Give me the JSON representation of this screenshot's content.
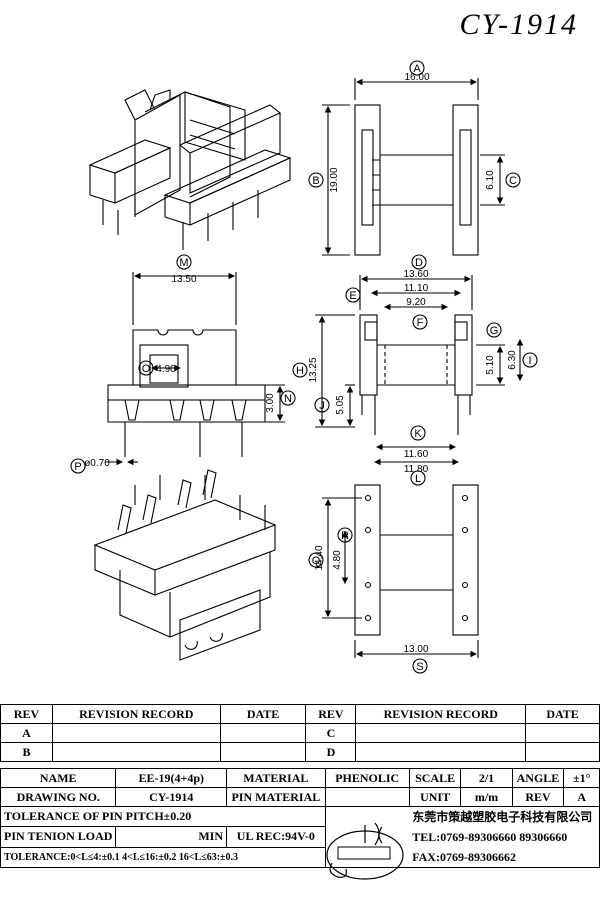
{
  "title": "CY-1914",
  "dims": {
    "A": "16.00",
    "B": "19.00",
    "C": "6.10",
    "D": "13.60",
    "E": "11.10",
    "F": "9.20",
    "G": "5.10",
    "I": "6.30",
    "H": "13.25",
    "J": "5.05",
    "K": "11.60",
    "L": "11.80",
    "M": "13.50",
    "N": "3.00",
    "O": "4.90",
    "P": "ø0.70",
    "Q": "14.40",
    "R": "4.80",
    "S": "13.00"
  },
  "letters": {
    "A": "A",
    "B": "B",
    "C": "C",
    "D": "D",
    "E": "E",
    "F": "F",
    "G": "G",
    "H": "H",
    "I": "I",
    "J": "J",
    "K": "K",
    "L": "L",
    "M": "M",
    "N": "N",
    "O": "O",
    "P": "P",
    "Q": "Q",
    "R": "R",
    "S": "S"
  },
  "revision_table": {
    "headers": [
      "REV",
      "REVISION RECORD",
      "DATE",
      "REV",
      "REVISION RECORD",
      "DATE"
    ],
    "rows": [
      [
        "A",
        "",
        "",
        "C",
        "",
        ""
      ],
      [
        "B",
        "",
        "",
        "D",
        "",
        ""
      ]
    ]
  },
  "title_block": {
    "name_label": "NAME",
    "name_value": "EE-19(4+4p)",
    "material_label": "MATERIAL",
    "material_value": "PHENOLIC",
    "scale_label": "SCALE",
    "scale_value": "2/1",
    "angle_label": "ANGLE",
    "angle_value": "±1°",
    "drawing_no_label": "DRAWING NO.",
    "drawing_no_value": "CY-1914",
    "pin_material_label": "PIN MATERIAL",
    "unit_label": "UNIT",
    "unit_value": "m/m",
    "rev_label": "REV",
    "rev_value": "A",
    "pitch_tolerance": "TOLERANCE OF PIN PITCH±0.20",
    "pin_tension": "PIN TENION LOAD",
    "min_label": "MIN",
    "ul_rec": "UL REC:94V-0",
    "tolerance": "TOLERANCE:0<L≤4:±0.1  4<L≤16:±0.2  16<L≤63:±0.3",
    "company": "东莞市策越塑胶电子科技有限公司",
    "tel": "TEL:0769-89306660 89306660",
    "fax": "FAX:0769-89306662"
  }
}
